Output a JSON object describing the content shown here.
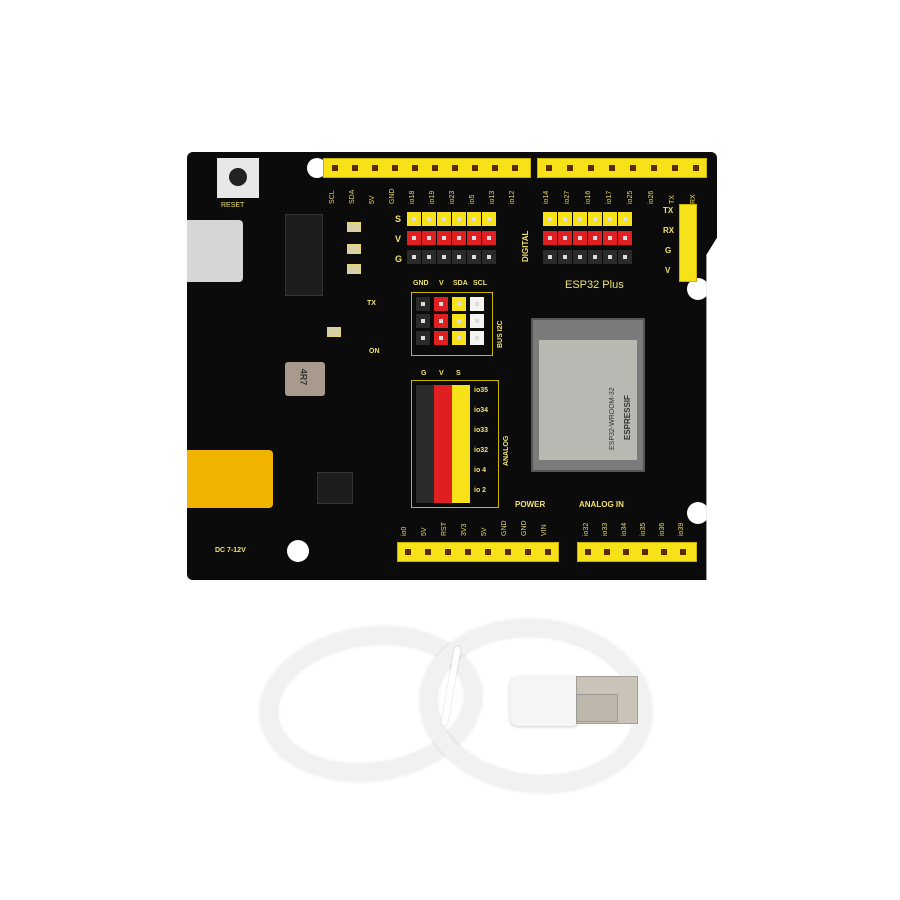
{
  "image": {
    "subject": "ESP32 Plus development board with USB-C cable",
    "background_color": "#ffffff"
  },
  "board": {
    "name": "ESP32 Plus",
    "pcb_color": "#0b0b0b",
    "silkscreen_color": "#f0e070",
    "reset_label": "RESET",
    "top_header_left_labels": [
      "SCL",
      "SDA",
      "5V",
      "GND",
      "io18",
      "io19",
      "io23",
      "io5",
      "io13",
      "io12"
    ],
    "top_header_right_labels": [
      "io14",
      "io27",
      "io16",
      "io17",
      "io25",
      "io26",
      "TX",
      "RX"
    ],
    "digital_label": "DIGITAL",
    "svg_row_labels": [
      "S",
      "V",
      "G"
    ],
    "uart_labels": [
      "TX",
      "RX",
      "G",
      "V"
    ],
    "bus_i2c": {
      "title": "BUS I2C",
      "columns": [
        "GND",
        "V",
        "SDA",
        "SCL"
      ]
    },
    "analog_block": {
      "title": "ANALOG",
      "columns": [
        "G",
        "V",
        "S"
      ],
      "rows": [
        "io35",
        "io34",
        "io33",
        "io32",
        "io 4",
        "io 2"
      ]
    },
    "power_header": {
      "title": "POWER",
      "labels": [
        "io0",
        "5V",
        "RST",
        "3V3",
        "5V",
        "GND",
        "GND",
        "VIN"
      ]
    },
    "analog_in_header": {
      "title": "ANALOG IN",
      "labels": [
        "io32",
        "io33",
        "io34",
        "io35",
        "io36",
        "io39"
      ]
    },
    "led_labels": [
      "TX",
      "ON"
    ],
    "inductor_marking": "4R7",
    "dc_jack_label": "DC 7-12V",
    "module": {
      "brand": "ESPRESSIF",
      "model": "ESP32-WROOM-32"
    }
  },
  "cable": {
    "type": "USB-A to USB-C",
    "color": "#f1f1f1"
  }
}
